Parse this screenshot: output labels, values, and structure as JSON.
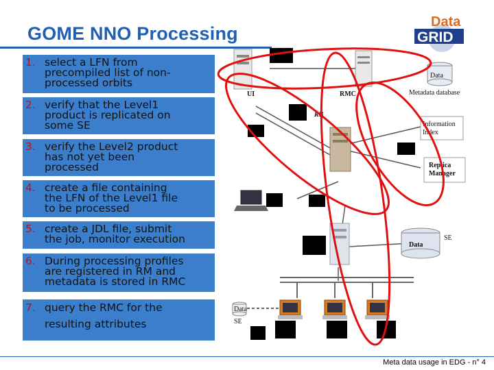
{
  "slide": {
    "title": "GOME NNO Processing",
    "footer": "Meta data usage in EDG - n° 4"
  },
  "logo": {
    "top_text": "Data",
    "bottom_text": "GRID"
  },
  "steps": [
    {
      "num": "1.",
      "lines": [
        "select a LFN from",
        "precompiled list of non-",
        "processed orbits"
      ]
    },
    {
      "num": "2.",
      "lines": [
        "verify that the Level1",
        "product is replicated on",
        "some SE"
      ]
    },
    {
      "num": "3.",
      "lines": [
        "verify the Level2 product",
        "has not yet been",
        "processed"
      ]
    },
    {
      "num": "4.",
      "lines": [
        "create a file containing",
        "the LFN of the Level1 file",
        "to be processed"
      ]
    },
    {
      "num": "5.",
      "lines": [
        "create a JDL file, submit",
        "the job, monitor execution"
      ]
    },
    {
      "num": "6.",
      "lines": [
        "During processing profiles",
        "are registered in RM and",
        "metadata is stored in RMC"
      ]
    },
    {
      "num": "7.",
      "lines": [
        "query the RMC for the",
        "resulting attributes"
      ]
    }
  ],
  "diagram": {
    "labels": {
      "ui": "UI",
      "rmc": "RMC",
      "metadata_db": "Metadata database",
      "data_top": "Data",
      "rb": "RB",
      "info_index_1": "Information",
      "info_index_2": "Index",
      "replica_1": "Replica",
      "replica_2": "Manager",
      "data_mid": "Data",
      "se_mid": "SE",
      "data_small": "Data",
      "se_small": "SE"
    },
    "colors": {
      "highlight": "#e01010",
      "accent": "#1f5fb4",
      "step_bg": "#3b7fcc"
    }
  }
}
